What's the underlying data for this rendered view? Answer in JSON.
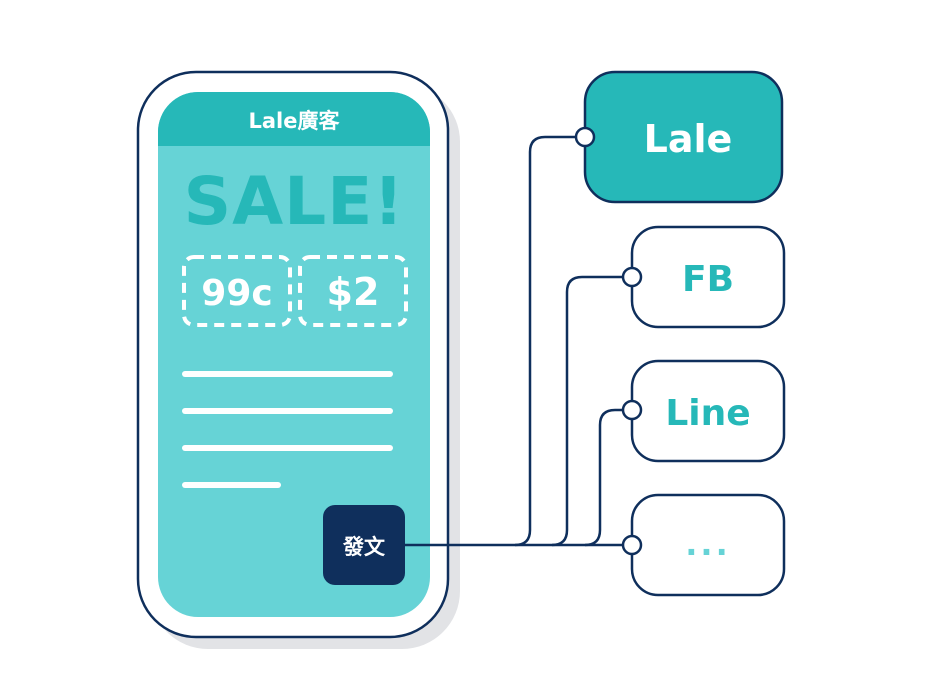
{
  "phone": {
    "header_title": "Lale廣客",
    "headline": "SALE!",
    "price_tags": [
      "99c",
      "$2"
    ],
    "post_button_label": "發文"
  },
  "channels": [
    {
      "label": "Lale",
      "highlighted": true
    },
    {
      "label": "FB",
      "highlighted": false
    },
    {
      "label": "Line",
      "highlighted": false
    },
    {
      "label": "...",
      "highlighted": false
    }
  ],
  "colors": {
    "navy": "#0f2f5c",
    "teal": "#26b8b8",
    "light_teal": "#66d3d6",
    "shadow": "#e2e3e6",
    "white": "#ffffff"
  }
}
